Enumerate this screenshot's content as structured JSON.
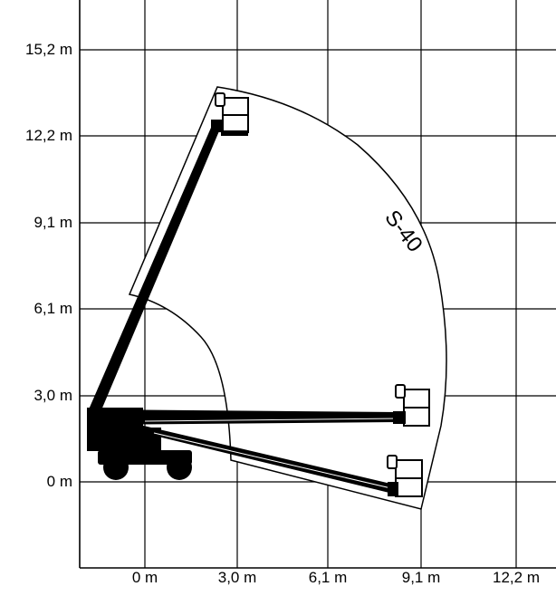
{
  "diagram": {
    "curve_label": "S-40",
    "y_axis_labels": [
      "15,2 m",
      "12,2 m",
      "9,1 m",
      "6,1 m",
      "3,0 m",
      "0 m"
    ],
    "x_axis_labels": [
      "0 m",
      "3,0 m",
      "6,1 m",
      "9,1 m",
      "12,2 m"
    ],
    "colors": {
      "ink": "#000000",
      "background": "#ffffff"
    }
  }
}
